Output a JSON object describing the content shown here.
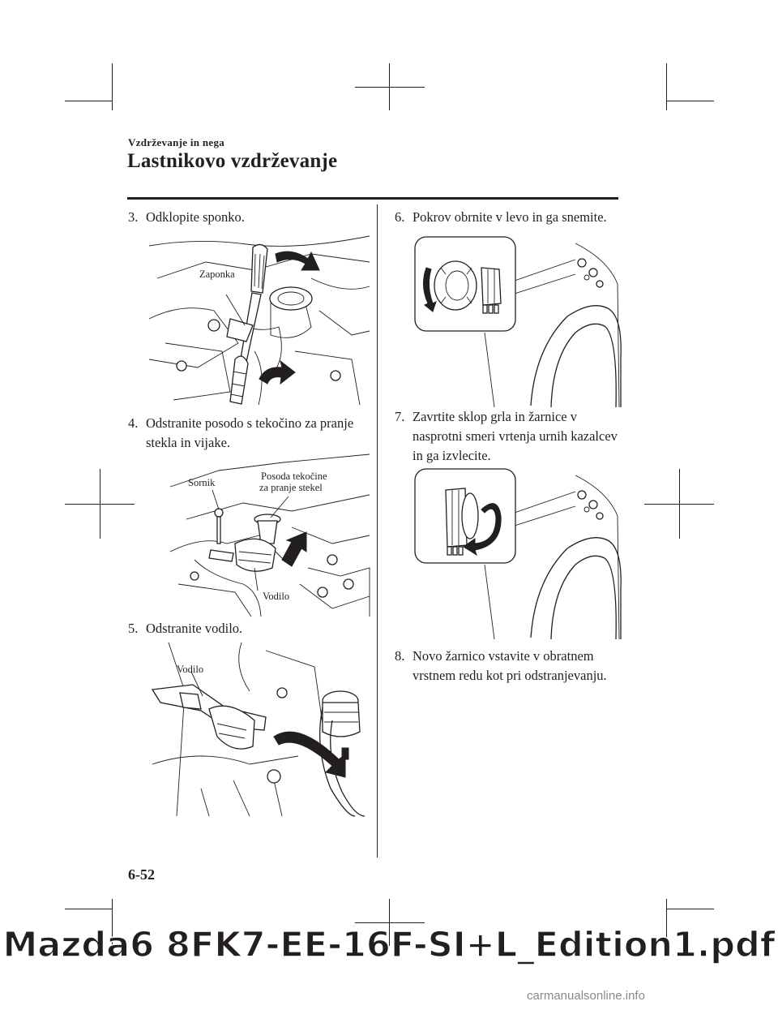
{
  "header": {
    "section_small": "Vzdrževanje in nega",
    "section_title": "Lastnikovo vzdrževanje"
  },
  "steps": [
    {
      "num": "3.",
      "line1": "Odklopite sponko.",
      "line2": ""
    },
    {
      "num": "4.",
      "line1": "Odstranite posodo s tekočino za pranje",
      "line2": "stekla in vijake."
    },
    {
      "num": "5.",
      "line1": "Odstranite vodilo.",
      "line2": ""
    },
    {
      "num": "6.",
      "line1": "Pokrov obrnite v levo in ga snemite.",
      "line2": ""
    },
    {
      "num": "7.",
      "line1": "Zavrtite sklop grla in žarnice v",
      "line2": "nasprotni smeri vrtenja urnih kazalcev",
      "line3": "in ga izvlecite."
    },
    {
      "num": "8.",
      "line1": "Novo žarnico vstavite v obratnem",
      "line2": "vrstnem redu kot pri odstranjevanju."
    }
  ],
  "figures": {
    "fig1": {
      "label": "Zaponka"
    },
    "fig2": {
      "label_a": "Sornik",
      "label_b1": "Posoda tekočine",
      "label_b2": "za pranje stekel",
      "label_c": "Vodilo"
    },
    "fig3": {
      "label": "Vodilo"
    }
  },
  "page_number": "6-52",
  "footer": "Mazda6 8FK7-EE-16F-SI+L_Edition1.pdf",
  "watermark": "carmanualsonline.info"
}
